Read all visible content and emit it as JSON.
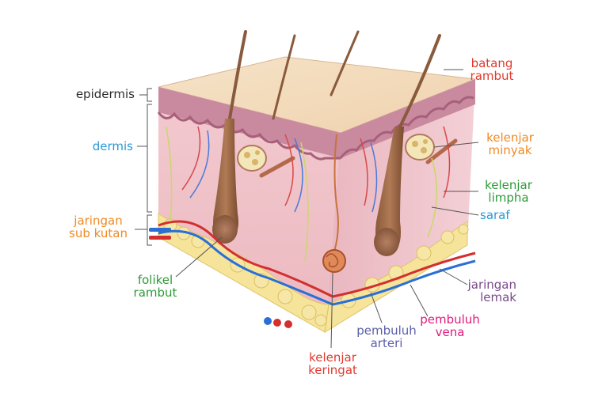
{
  "labels": {
    "epidermis": {
      "lines": [
        "epidermis"
      ],
      "color": "#2b2b2b"
    },
    "dermis": {
      "lines": [
        "dermis"
      ],
      "color": "#2a9bd6"
    },
    "jaringan_sub_kutan": {
      "lines": [
        "jaringan",
        "sub kutan"
      ],
      "color": "#f08a24"
    },
    "folikel_rambut": {
      "lines": [
        "folikel",
        "rambut"
      ],
      "color": "#2f9a3a"
    },
    "batang_rambut": {
      "lines": [
        "batang",
        "rambut"
      ],
      "color": "#e03a2e"
    },
    "kelenjar_minyak": {
      "lines": [
        "kelenjar",
        "minyak"
      ],
      "color": "#f08a24"
    },
    "kelenjar_limpha": {
      "lines": [
        "kelenjar",
        "limpha"
      ],
      "color": "#2f9a3a"
    },
    "saraf": {
      "lines": [
        "saraf"
      ],
      "color": "#2a9bd6"
    },
    "jaringan_lemak": {
      "lines": [
        "jaringan",
        "lemak"
      ],
      "color": "#7a4a8a"
    },
    "pembuluh_vena": {
      "lines": [
        "pembuluh",
        "vena"
      ],
      "color": "#e0197d"
    },
    "pembuluh_arteri": {
      "lines": [
        "pembuluh",
        "arteri"
      ],
      "color": "#5b5fa8"
    },
    "kelenjar_keringat": {
      "lines": [
        "kelenjar",
        "keringat"
      ],
      "color": "#e03a2e"
    }
  }
}
